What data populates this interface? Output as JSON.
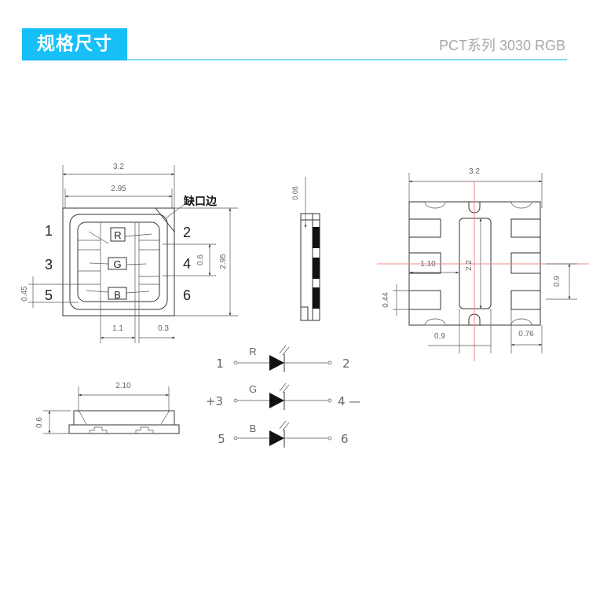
{
  "header": {
    "title": "规格尺寸",
    "subtitle": "PCT系列 3030 RGB",
    "accent_color": "#16c0f7"
  },
  "top_view": {
    "dim_width_outer": "3.2",
    "dim_width_inner": "2.95",
    "notch_label": "缺口边",
    "dim_height": "2.95",
    "dim_pad_pitch": "0.6",
    "dim_pad_width": "0.45",
    "dim_center": "1.1",
    "dim_gap": "0.3",
    "pins": [
      "1",
      "2",
      "3",
      "4",
      "5",
      "6"
    ],
    "chips": [
      "R",
      "G",
      "B"
    ]
  },
  "side_view": {
    "dim_step": "0.08"
  },
  "bottom_view": {
    "dim_width": "3.2",
    "dim_center_offset": "1.10",
    "dim_pad_length": "2.2",
    "dim_pitch": "0.9",
    "dim_pad_height": "0.44",
    "dim_center_pad": "0.9",
    "dim_side_pad": "0.76"
  },
  "profile_view": {
    "dim_width": "2.10",
    "dim_height": "0.6"
  },
  "circuit": {
    "rows": [
      {
        "left": "1",
        "right": "2",
        "color": "R"
      },
      {
        "left": "+3",
        "right": "4 —",
        "color": "G"
      },
      {
        "left": "5",
        "right": "6",
        "color": "B"
      }
    ]
  }
}
